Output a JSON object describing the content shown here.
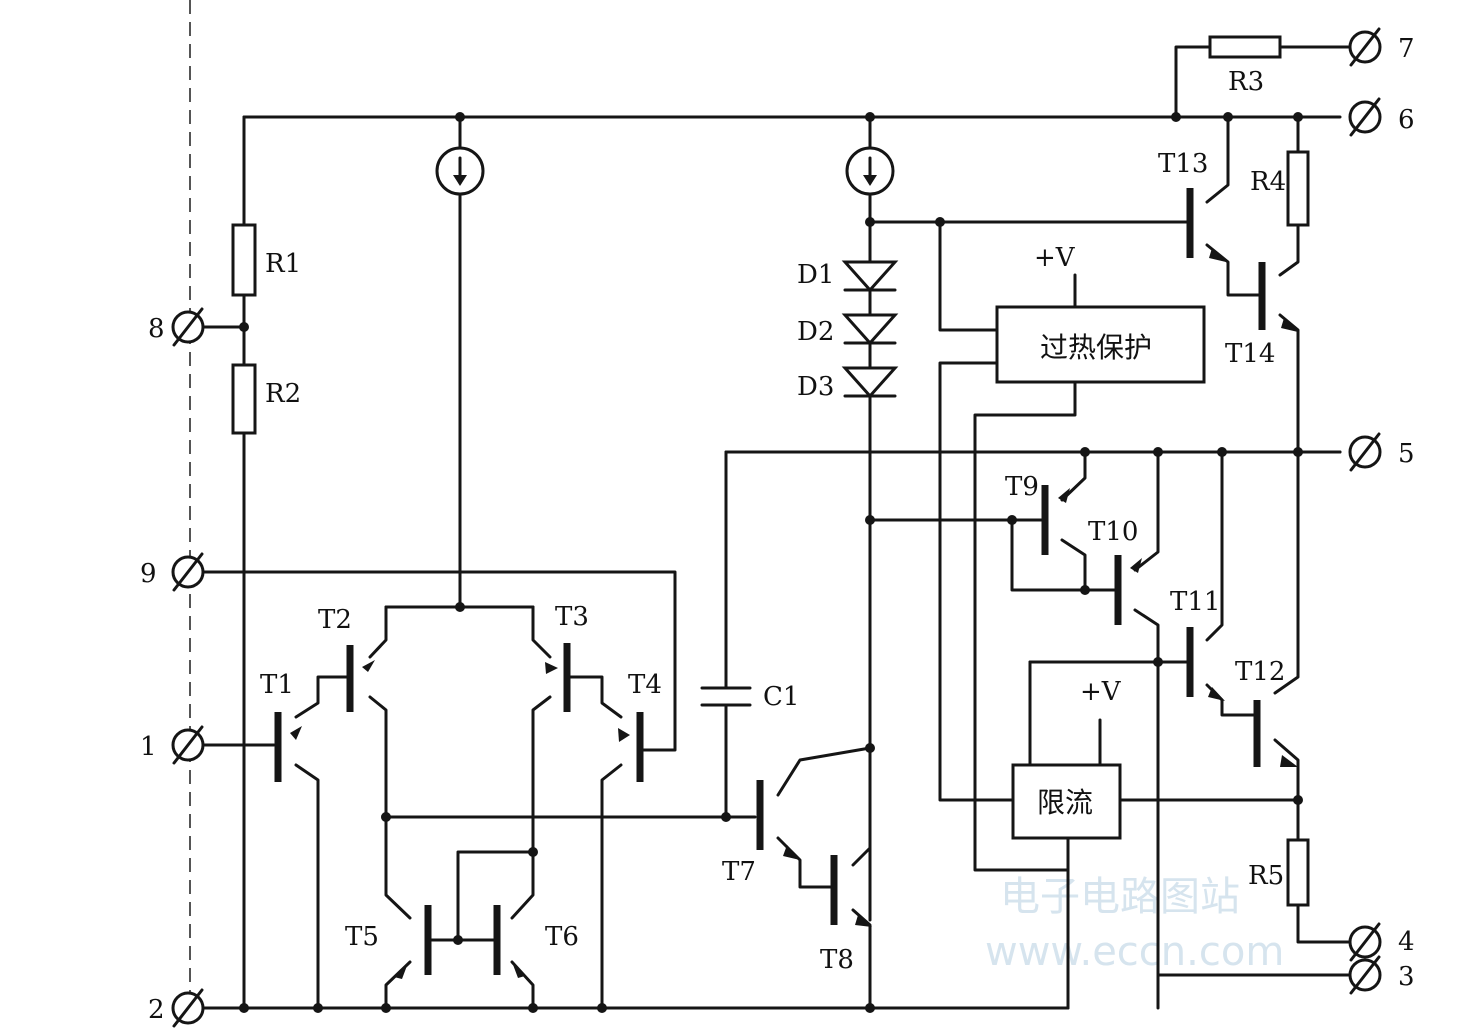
{
  "components": {
    "R1": "R1",
    "R2": "R2",
    "R3": "R3",
    "R4": "R4",
    "R5": "R5",
    "T1": "T1",
    "T2": "T2",
    "T3": "T3",
    "T4": "T4",
    "T5": "T5",
    "T6": "T6",
    "T7": "T7",
    "T8": "T8",
    "T9": "T9",
    "T10": "T10",
    "T11": "T11",
    "T12": "T12",
    "T13": "T13",
    "T14": "T14",
    "D1": "D1",
    "D2": "D2",
    "D3": "D3",
    "C1": "C1"
  },
  "pins": {
    "p1": "1",
    "p2": "2",
    "p3": "3",
    "p4": "4",
    "p5": "5",
    "p6": "6",
    "p7": "7",
    "p8": "8",
    "p9": "9"
  },
  "blocks": {
    "overheat": "过热保护",
    "current_limit": "限流",
    "supply_label": "+V"
  },
  "watermark": {
    "line1": "电子电路图站",
    "line2": "www.eccn.com"
  }
}
